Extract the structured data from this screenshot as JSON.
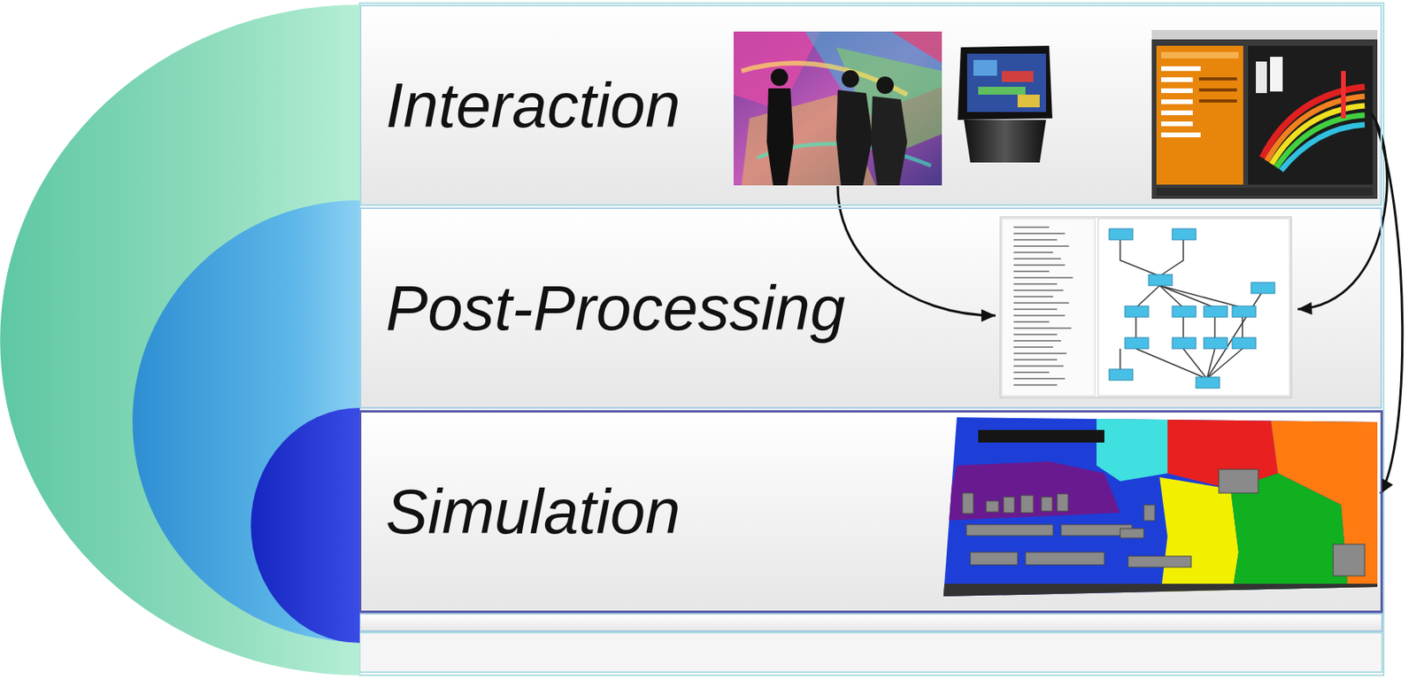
{
  "diagram": {
    "nodes": [
      {
        "text": [
          "Interaction"
        ]
      },
      {
        "text": [
          "Post-Processing"
        ]
      },
      {
        "text": [
          "Simulation"
        ]
      }
    ],
    "edges": [
      {
        "from": 0,
        "to": 1,
        "arrow": "to"
      },
      {
        "from": 0,
        "to": 1,
        "arrow": "to"
      },
      {
        "from": 0,
        "to": 2,
        "arrow": "to"
      }
    ]
  }
}
